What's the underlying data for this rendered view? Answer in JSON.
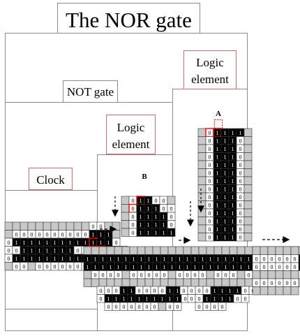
{
  "title": "The NOR gate",
  "labels": {
    "not_gate": "NOT gate",
    "clock": "Clock",
    "logic_element_top": [
      "Logic",
      "element"
    ],
    "logic_element_mid": [
      "Logic",
      "element"
    ],
    "marker_a": "A",
    "marker_b": "B"
  },
  "colors": {
    "frame": "#8a8a8a",
    "label_box": "#d96a6a",
    "cell_white": "#ffffff",
    "cell_gray": "#c8c8c8",
    "cell_black": "#000000",
    "highlight": "#ff0000"
  },
  "cell_values": {
    "zero": "0",
    "one": "1"
  }
}
